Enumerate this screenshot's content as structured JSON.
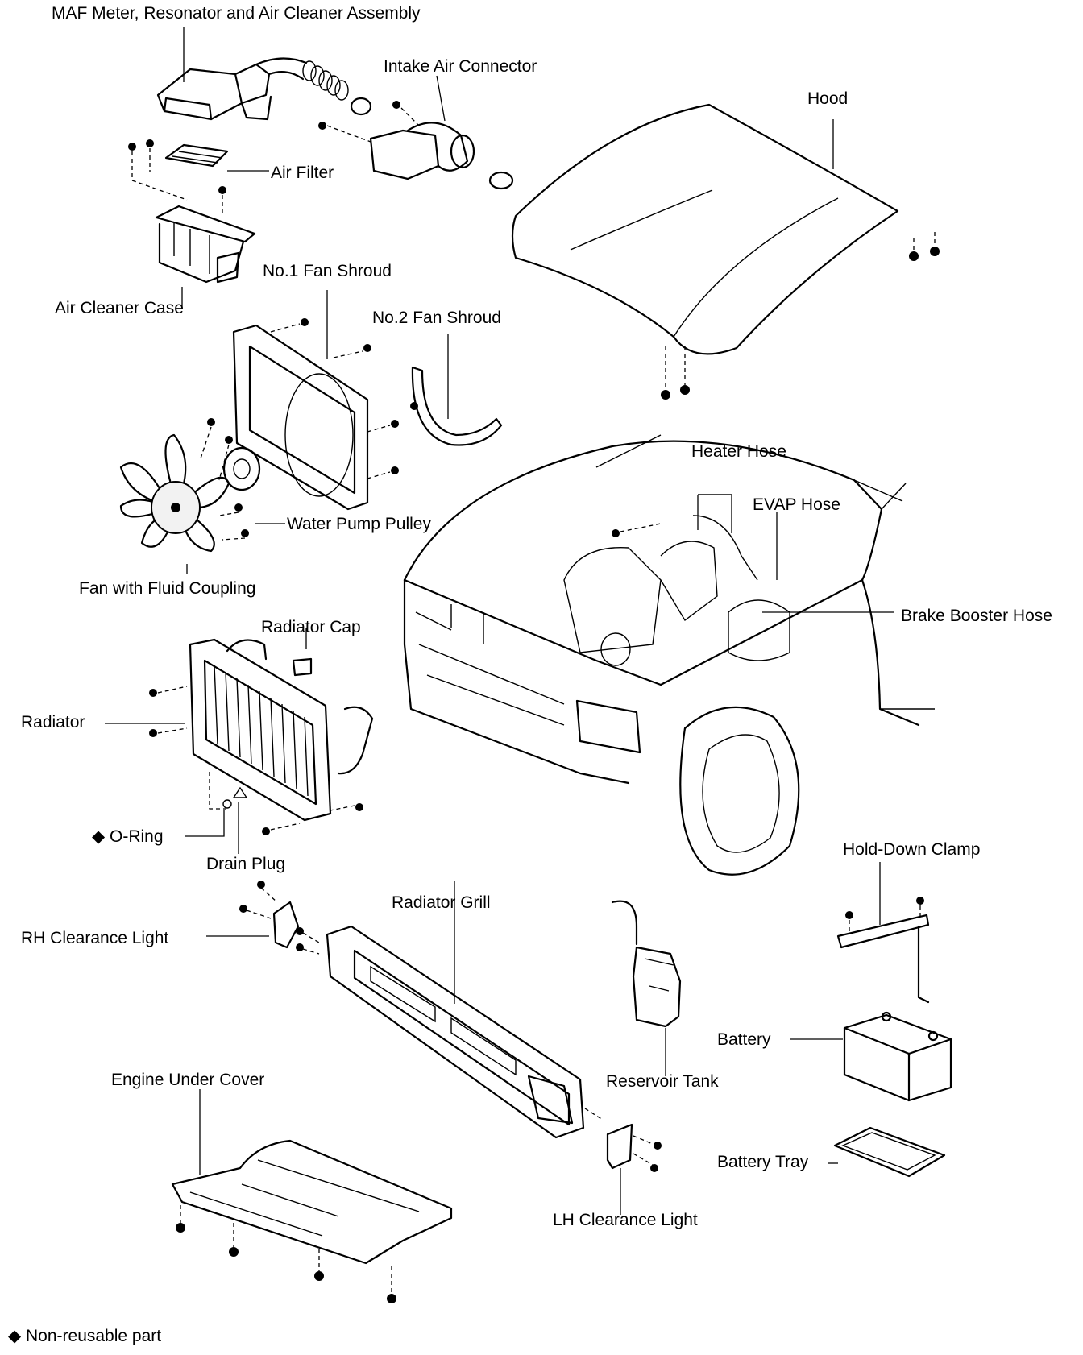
{
  "labels": {
    "maf_assembly": "MAF Meter, Resonator and Air Cleaner Assembly",
    "intake_air_connector": "Intake Air Connector",
    "hood": "Hood",
    "air_filter": "Air Filter",
    "air_cleaner_case": "Air Cleaner Case",
    "no1_fan_shroud": "No.1 Fan Shroud",
    "no2_fan_shroud": "No.2 Fan Shroud",
    "heater_hose": "Heater Hose",
    "evap_hose": "EVAP Hose",
    "water_pump_pulley": "Water Pump Pulley",
    "fan_fluid_coupling": "Fan with Fluid Coupling",
    "brake_booster_hose": "Brake Booster Hose",
    "radiator_cap": "Radiator Cap",
    "radiator": "Radiator",
    "o_ring": "O-Ring",
    "drain_plug": "Drain Plug",
    "hold_down_clamp": "Hold-Down Clamp",
    "radiator_grill": "Radiator Grill",
    "rh_clearance_light": "RH Clearance Light",
    "battery": "Battery",
    "engine_under_cover": "Engine Under Cover",
    "reservoir_tank": "Reservoir Tank",
    "battery_tray": "Battery Tray",
    "lh_clearance_light": "LH Clearance Light"
  },
  "legend": {
    "symbol": "◆",
    "text": "Non-reusable part"
  }
}
